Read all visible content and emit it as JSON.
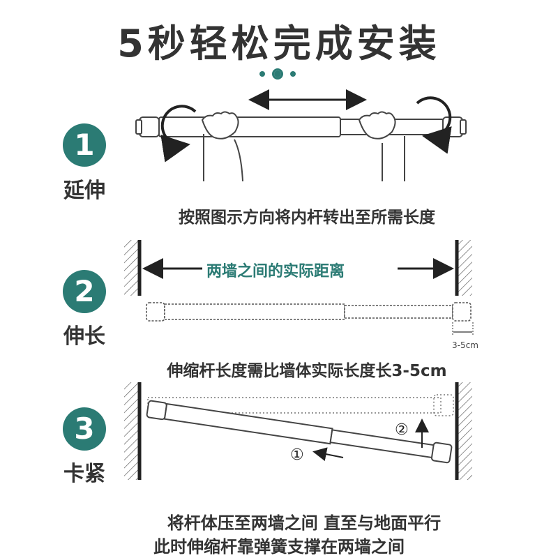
{
  "title": "5秒轻松完成安装",
  "steps": [
    {
      "number": "1",
      "label": "延伸",
      "caption": "按照图示方向将内杆转出至所需长度"
    },
    {
      "number": "2",
      "label": "伸长",
      "caption": "伸缩杆长度需比墙体实际长度长3-5cm",
      "distance_label": "两墙之间的实际距离",
      "gap_label": "3-5cm"
    },
    {
      "number": "3",
      "label": "卡紧",
      "caption_line1": "将杆体压至两墙之间 直至与地面平行",
      "caption_line2": "此时伸缩杆靠弹簧支撑在两墙之间",
      "marker1": "①",
      "marker2": "②"
    }
  ],
  "colors": {
    "accent": "#2b7b74",
    "text": "#333333"
  }
}
